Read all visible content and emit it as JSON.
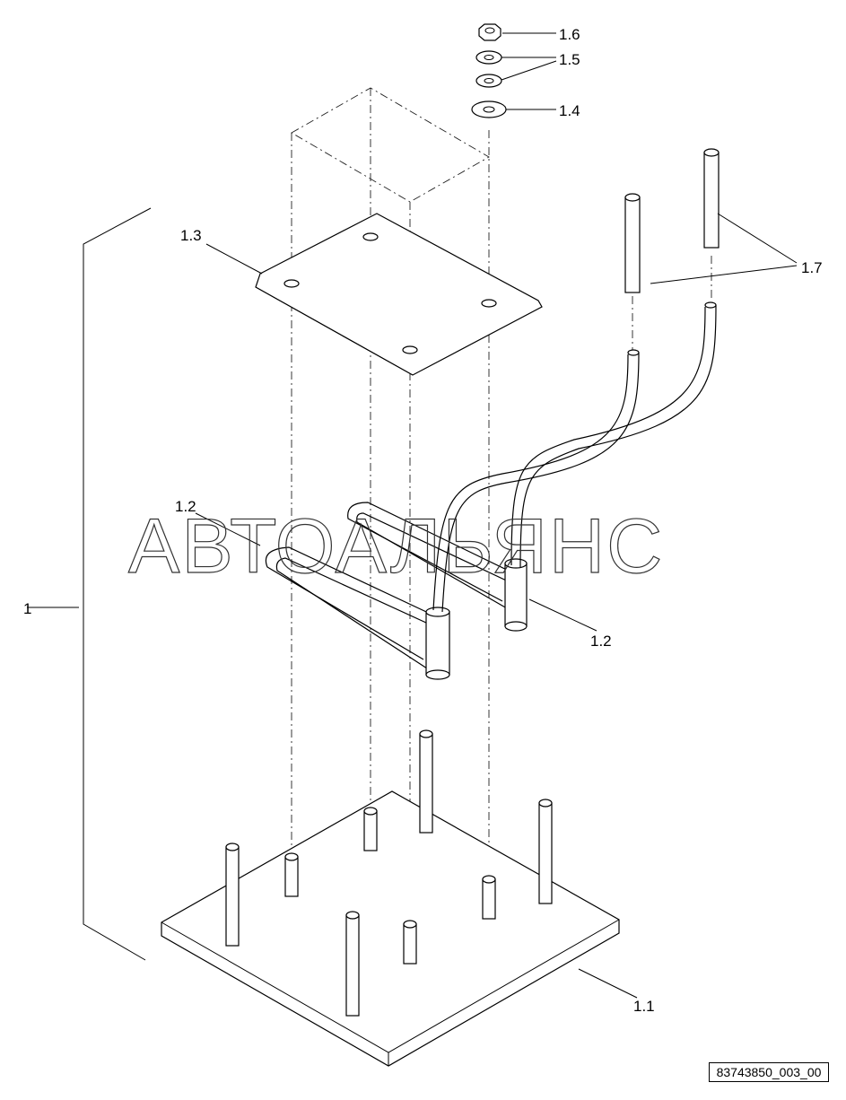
{
  "labels": {
    "assembly": "1",
    "base_plate": "1.1",
    "heater_left": "1.2",
    "heater_right": "1.2",
    "cover_plate": "1.3",
    "washer_large": "1.4",
    "washer_small": "1.5",
    "nut": "1.6",
    "sleeve": "1.7"
  },
  "watermark": "АВТОАЛЬЯНС",
  "reference_code": "83743850_003_00"
}
